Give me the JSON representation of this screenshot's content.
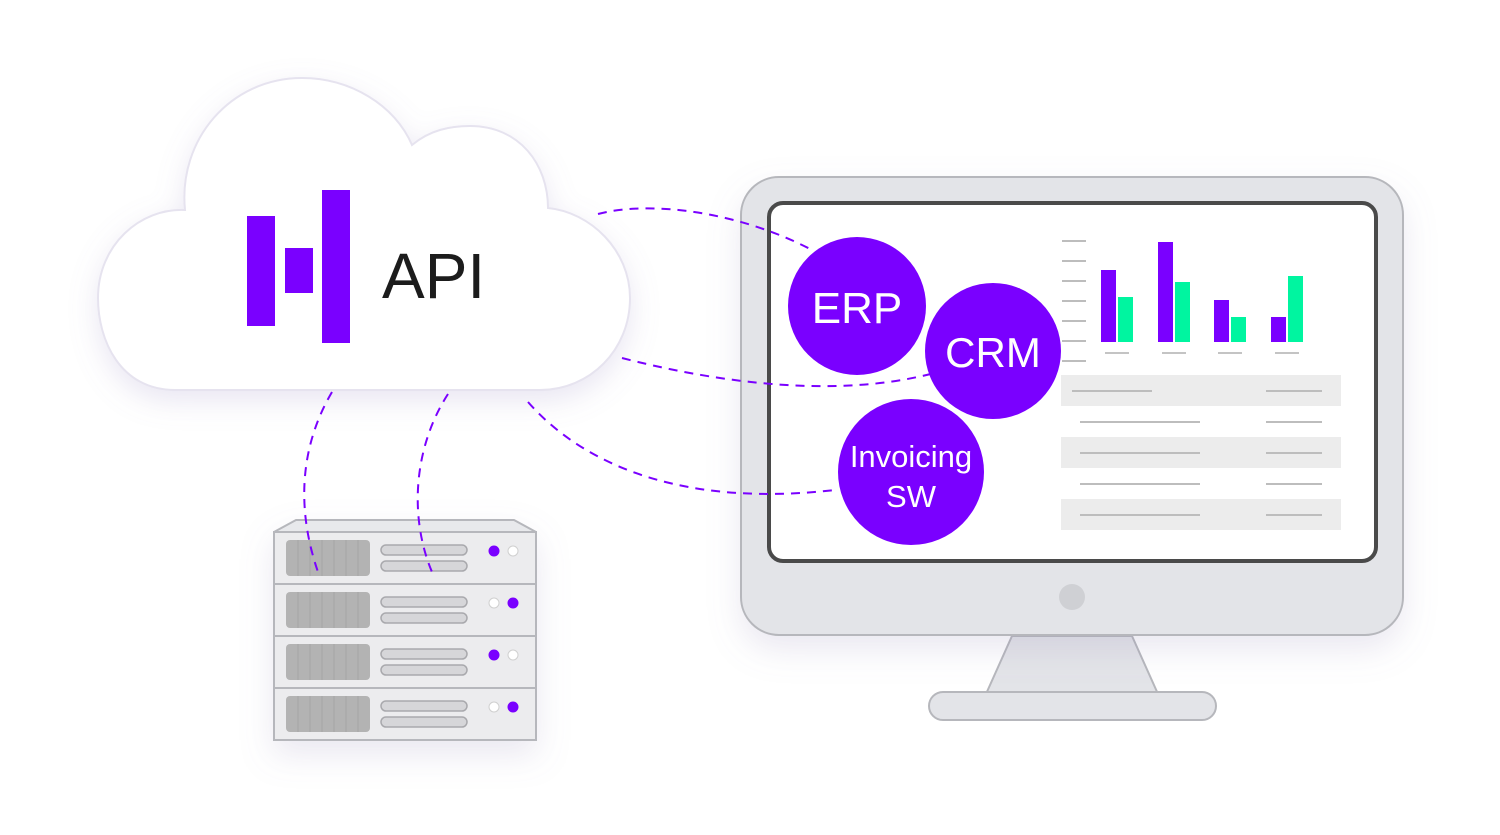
{
  "cloud": {
    "label": "API",
    "logo_icon": "bar-chart-logo-icon"
  },
  "apps": [
    {
      "name": "erp",
      "lines": [
        "ERP"
      ]
    },
    {
      "name": "crm",
      "lines": [
        "CRM"
      ]
    },
    {
      "name": "invoicing",
      "lines": [
        "Invoicing",
        "SW"
      ]
    }
  ],
  "server": {
    "unit_count": 4,
    "leds": [
      [
        "purple",
        "white"
      ],
      [
        "white",
        "purple"
      ],
      [
        "purple",
        "white"
      ],
      [
        "white",
        "purple"
      ]
    ]
  },
  "monitor": {
    "icons": [
      "bar-chart-icon",
      "table-icon",
      "power-button-icon"
    ],
    "mini_chart": {
      "type": "bar",
      "series": [
        {
          "color": "#7a00ff",
          "values": [
            0.72,
            1.0,
            0.42,
            0.25
          ]
        },
        {
          "color": "#00f5a0",
          "values": [
            0.45,
            0.6,
            0.25,
            0.66
          ]
        }
      ]
    },
    "table_rows": 5
  },
  "colors": {
    "accent": "#7a00ff",
    "accent_alt": "#00f5a0",
    "device_fill": "#e3e4e8",
    "device_stroke": "#b6b7bc",
    "screen_border": "#4a4a4a",
    "label_dark": "#1c1c1c"
  }
}
